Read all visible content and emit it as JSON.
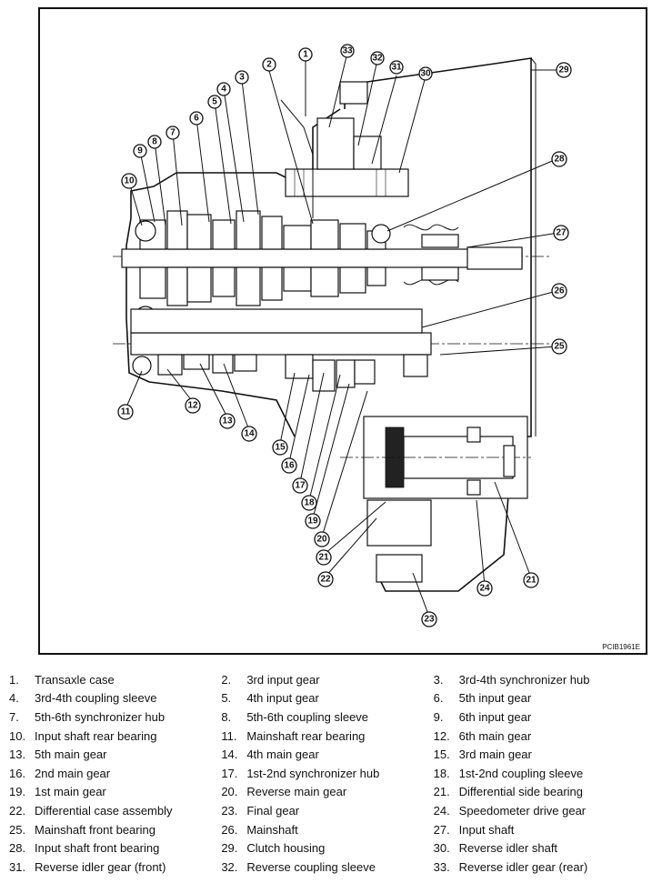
{
  "figure_code": "PCIB1961E",
  "legend": [
    {
      "num": "1.",
      "label": "Transaxle case"
    },
    {
      "num": "2.",
      "label": "3rd input gear"
    },
    {
      "num": "3.",
      "label": "3rd-4th synchronizer hub"
    },
    {
      "num": "4.",
      "label": "3rd-4th coupling sleeve"
    },
    {
      "num": "5.",
      "label": "4th input gear"
    },
    {
      "num": "6.",
      "label": "5th input gear"
    },
    {
      "num": "7.",
      "label": "5th-6th synchronizer hub"
    },
    {
      "num": "8.",
      "label": "5th-6th coupling sleeve"
    },
    {
      "num": "9.",
      "label": "6th input gear"
    },
    {
      "num": "10.",
      "label": "Input shaft rear bearing"
    },
    {
      "num": "11.",
      "label": "Mainshaft rear bearing"
    },
    {
      "num": "12.",
      "label": "6th main gear"
    },
    {
      "num": "13.",
      "label": "5th main gear"
    },
    {
      "num": "14.",
      "label": "4th main gear"
    },
    {
      "num": "15.",
      "label": "3rd main gear"
    },
    {
      "num": "16.",
      "label": "2nd main gear"
    },
    {
      "num": "17.",
      "label": "1st-2nd synchronizer hub"
    },
    {
      "num": "18.",
      "label": "1st-2nd coupling sleeve"
    },
    {
      "num": "19.",
      "label": "1st main gear"
    },
    {
      "num": "20.",
      "label": "Reverse main gear"
    },
    {
      "num": "21.",
      "label": "Differential side bearing"
    },
    {
      "num": "22.",
      "label": "Differential case assembly"
    },
    {
      "num": "23.",
      "label": "Final gear"
    },
    {
      "num": "24.",
      "label": "Speedometer drive gear"
    },
    {
      "num": "25.",
      "label": "Mainshaft front bearing"
    },
    {
      "num": "26.",
      "label": "Mainshaft"
    },
    {
      "num": "27.",
      "label": "Input shaft"
    },
    {
      "num": "28.",
      "label": "Input shaft front bearing"
    },
    {
      "num": "29.",
      "label": "Clutch housing"
    },
    {
      "num": "30.",
      "label": "Reverse idler shaft"
    },
    {
      "num": "31.",
      "label": "Reverse idler gear (front)"
    },
    {
      "num": "32.",
      "label": "Reverse coupling sleeve"
    },
    {
      "num": "33.",
      "label": "Reverse idler gear (rear)"
    }
  ],
  "callouts": [
    "1",
    "2",
    "3",
    "4",
    "5",
    "6",
    "7",
    "8",
    "9",
    "10",
    "11",
    "12",
    "13",
    "14",
    "15",
    "16",
    "17",
    "18",
    "19",
    "20",
    "21",
    "21",
    "22",
    "23",
    "24",
    "25",
    "26",
    "27",
    "28",
    "29",
    "30",
    "31",
    "32",
    "33"
  ]
}
